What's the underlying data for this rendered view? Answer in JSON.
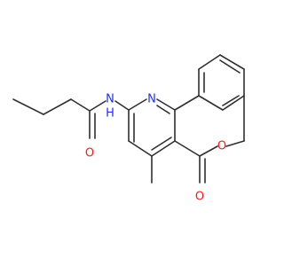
{
  "atoms": {
    "N_amide": "N",
    "H_amide": "H",
    "N_ring": "N",
    "O_carbonyl_amide": "O",
    "O_ring": "O",
    "O_lactone": "O"
  },
  "colors": {
    "bond": "#2f2f2f",
    "nitrogen": "#1f2cff",
    "oxygen": "#ff1a1a",
    "background": "#ffffff"
  }
}
